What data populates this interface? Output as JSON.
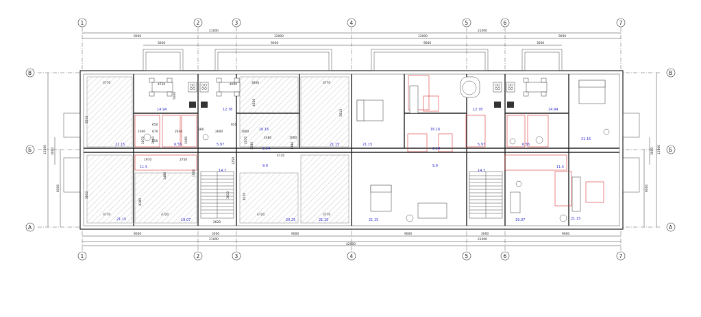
{
  "axes_vertical": [
    "1",
    "2",
    "3",
    "4",
    "5",
    "6",
    "7"
  ],
  "axes_horizontal": [
    "В",
    "Б",
    "А"
  ],
  "dims_top": {
    "overall_left": "21000",
    "overall_right": "21000",
    "bays": [
      "9000",
      "12000",
      "12000",
      "9000"
    ],
    "balconies": [
      "3000",
      "9000",
      "9000",
      "3000"
    ]
  },
  "dims_bottom": {
    "bays": [
      "9000",
      "3000",
      "9000",
      "9000",
      "3000",
      "9000"
    ],
    "half_left": "21000",
    "half_right": "21000",
    "overall": "42000"
  },
  "dims_side": {
    "left": [
      "12000",
      "3000",
      "6000"
    ],
    "right": [
      "12000",
      "3000",
      "6000"
    ]
  },
  "inner_dims": [
    "3770",
    "4720",
    "4000",
    "3600",
    "3770",
    "5610",
    "5610",
    "1000",
    "2630",
    "2600",
    "1000",
    "2480",
    "1000",
    "4720",
    "1970",
    "2750",
    "1480",
    "1000",
    "3770",
    "4720",
    "3810",
    "4720",
    "3770",
    "2620",
    "4190",
    "4250",
    "3010",
    "1250",
    "1390",
    "1280",
    "2070",
    "2870",
    "2490",
    "3560",
    "670",
    "650",
    "650",
    "650",
    "380",
    "5000",
    "4300"
  ],
  "rooms": {
    "left_top_living": "21.15",
    "left_kitchen": "14.94",
    "left_kitchen2": "12.78",
    "left_bath": "6.55",
    "left_wc": "5.97",
    "left_hall": "11.5",
    "left_bottom_living": "21.15",
    "left_bottom_bed": "19.07",
    "left_stair": "14.7",
    "mid_hall_a": "16.16",
    "mid_wc_a": "2.14",
    "mid_corr_a": "9.9",
    "mid_bed_a": "20.25",
    "mid_living_a": "21.15",
    "mid_living_a_top": "21.15",
    "mid_living_b_top": "21.15",
    "mid_hall_b": "16.16",
    "mid_wc_b": "2.14",
    "mid_corr_b": "9.9",
    "mid_living_b": "21.15",
    "right_kitchen2": "12.78",
    "right_kitchen": "14.94",
    "right_wc": "5.97",
    "right_bath": "6.55",
    "right_top_living": "21.15",
    "right_hall": "11.5",
    "right_stair": "14.7",
    "right_bottom_bed": "19.07",
    "right_bottom_living": "21.15"
  }
}
